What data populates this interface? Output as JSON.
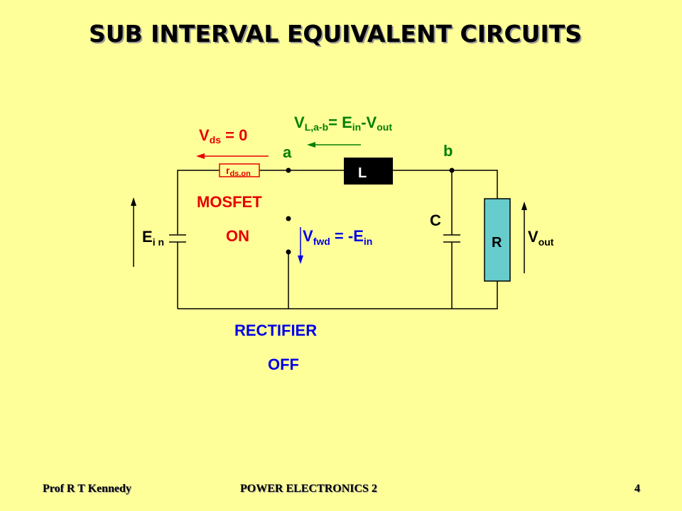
{
  "title": "SUB INTERVAL EQUIVALENT CIRCUITS",
  "labels": {
    "vds_main": "V",
    "vds_sub": "ds",
    "vds_rest": " = 0",
    "vl_main": "V",
    "vl_sub": "L,a-b",
    "vl_eq": "= E",
    "vl_sub2": "in",
    "vl_mid": "-V",
    "vl_sub3": "out",
    "node_a": "a",
    "node_b": "b",
    "rds_main": "r",
    "rds_sub": "ds,on",
    "inductor": "L",
    "mosfet": "MOSFET",
    "mosfet_state": "ON",
    "ein_main": "E",
    "ein_sub": "i n",
    "vfwd_main": "V",
    "vfwd_sub": "fwd",
    "vfwd_eq": " = -E",
    "vfwd_sub2": "in",
    "capacitor": "C",
    "resistor": "R",
    "vout_main": "V",
    "vout_sub": "out",
    "rectifier": "RECTIFIER",
    "rectifier_state": "OFF"
  },
  "footer": {
    "left": "Prof R T Kennedy",
    "center": "POWER ELECTRONICS 2",
    "page": "4"
  },
  "colors": {
    "background": "#FFFF99",
    "red": "#E60000",
    "green": "#008000",
    "blue": "#0000E6",
    "resistor_fill": "#66CCCC"
  }
}
